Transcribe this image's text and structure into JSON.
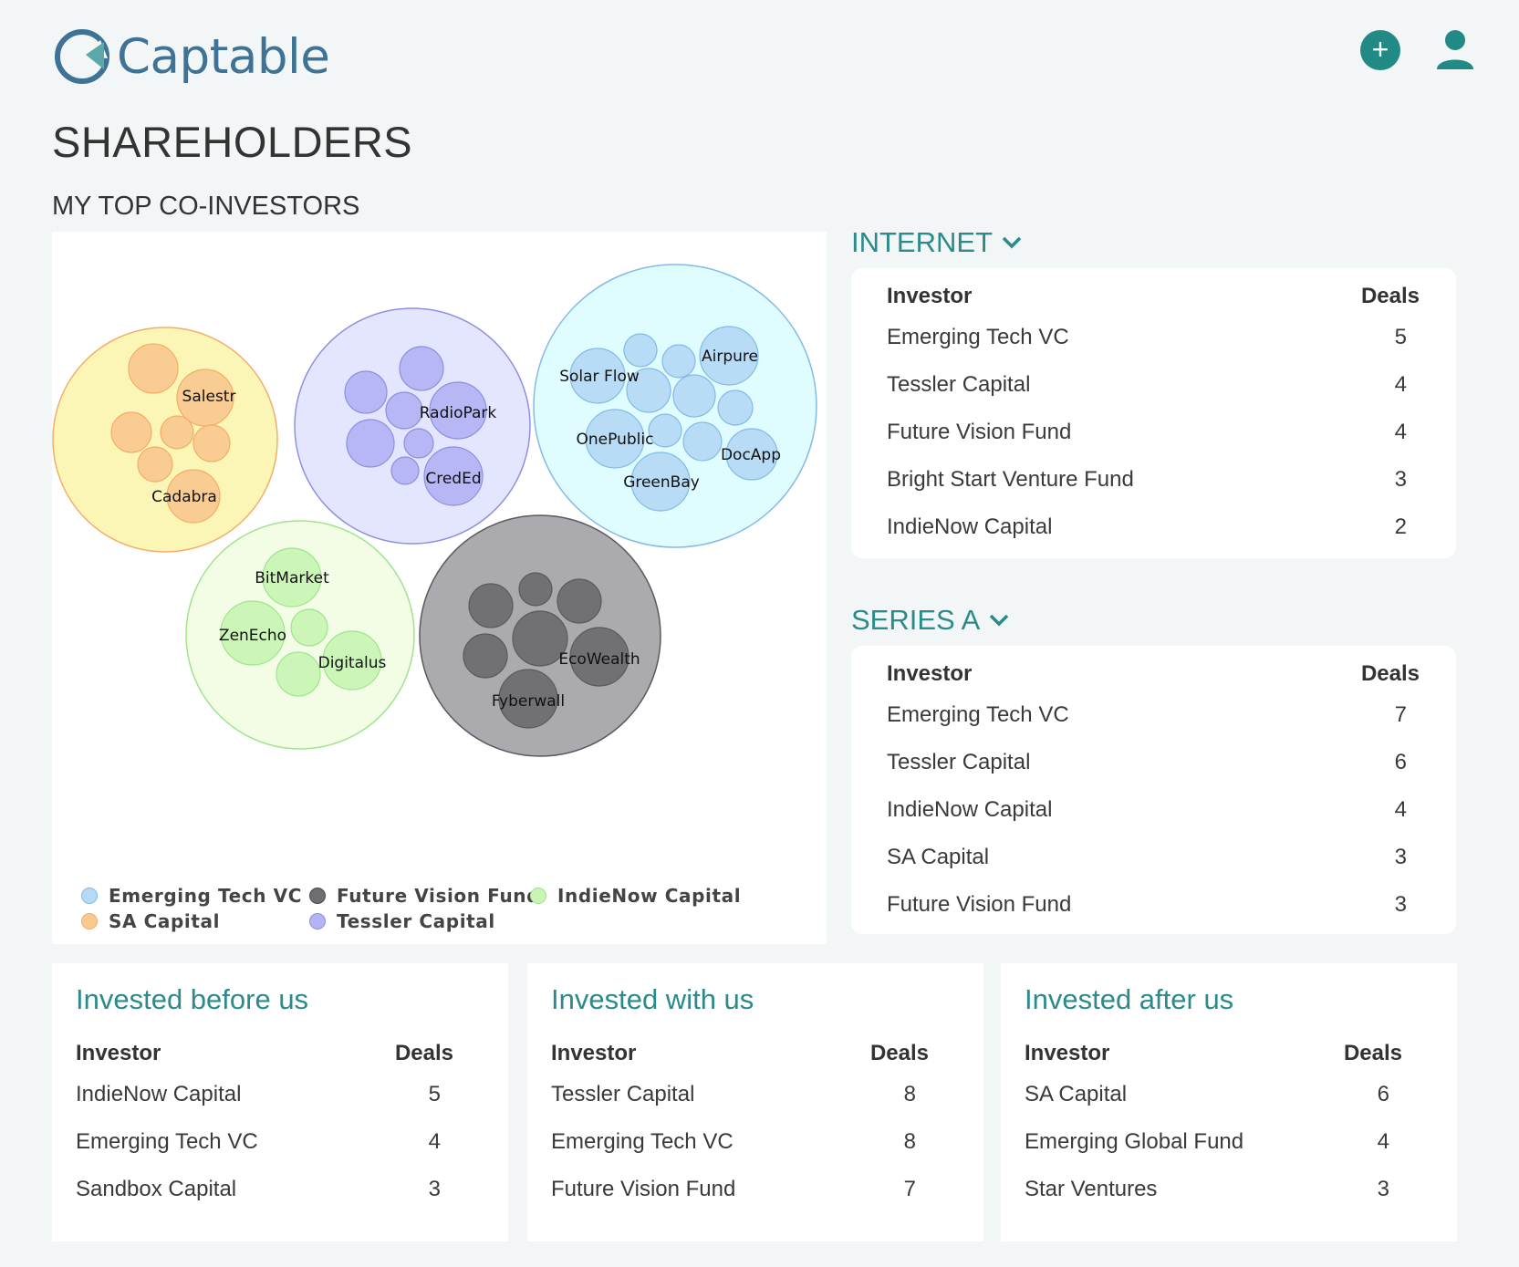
{
  "app": {
    "name": "Captable"
  },
  "page": {
    "title": "SHAREHOLDERS",
    "section_title": "MY TOP CO-INVESTORS"
  },
  "header": {
    "add_icon": "plus-icon",
    "user_icon": "user-icon",
    "accent_color": "#228a85"
  },
  "chart_data": {
    "type": "bubble-pack",
    "title": "MY TOP CO-INVESTORS",
    "groups": [
      {
        "name": "SA Capital",
        "fill": "#fbf6b6",
        "stroke": "#f3ad6a",
        "inner_fill": "#f9c992",
        "labels": [
          "Salestr",
          "Cadabra"
        ]
      },
      {
        "name": "Tessler Capital",
        "fill": "#e4e6ff",
        "stroke": "#8d8fe0",
        "inner_fill": "#b3b4f3",
        "labels": [
          "RadioPark",
          "CredEd"
        ]
      },
      {
        "name": "Emerging Tech VC",
        "fill": "#dffdfe",
        "stroke": "#84b9e8",
        "inner_fill": "#b5d9f6",
        "labels": [
          "Solar Flow",
          "Airpure",
          "OnePublic",
          "DocApp",
          "GreenBay"
        ]
      },
      {
        "name": "IndieNow Capital",
        "fill": "#f3fde6",
        "stroke": "#9ee48d",
        "inner_fill": "#c9f5b4",
        "labels": [
          "BitMarket",
          "ZenEcho",
          "Digitalus"
        ]
      },
      {
        "name": "Future Vision Fund",
        "fill": "#ababaf",
        "stroke": "#5a5a5e",
        "inner_fill": "#6e6e72",
        "labels": [
          "EcoWealth",
          "Fyberwall"
        ]
      }
    ],
    "legend": [
      {
        "name": "Emerging Tech VC",
        "color": "#b5d9f6",
        "border": "#84b9e8"
      },
      {
        "name": "Future Vision Fund",
        "color": "#6e6e72",
        "border": "#4a4a4e"
      },
      {
        "name": "IndieNow Capital",
        "color": "#c9f5b4",
        "border": "#9ee48d"
      },
      {
        "name": "SA Capital",
        "color": "#f9c992",
        "border": "#f3ad6a"
      },
      {
        "name": "Tessler Capital",
        "color": "#b3b4f3",
        "border": "#8d8fe0"
      }
    ]
  },
  "internet": {
    "heading": "INTERNET",
    "col_investor": "Investor",
    "col_deals": "Deals",
    "rows": [
      {
        "investor": "Emerging Tech VC",
        "deals": "5"
      },
      {
        "investor": "Tessler Capital",
        "deals": "4"
      },
      {
        "investor": "Future Vision Fund",
        "deals": "4"
      },
      {
        "investor": "Bright Start Venture Fund",
        "deals": "3"
      },
      {
        "investor": "IndieNow Capital",
        "deals": "2"
      }
    ]
  },
  "series_a": {
    "heading": "SERIES A",
    "col_investor": "Investor",
    "col_deals": "Deals",
    "rows": [
      {
        "investor": "Emerging Tech VC",
        "deals": "7"
      },
      {
        "investor": "Tessler Capital",
        "deals": "6"
      },
      {
        "investor": "IndieNow Capital",
        "deals": "4"
      },
      {
        "investor": "SA Capital",
        "deals": "3"
      },
      {
        "investor": "Future Vision Fund",
        "deals": "3"
      }
    ]
  },
  "before": {
    "title": "Invested before us",
    "col_investor": "Investor",
    "col_deals": "Deals",
    "rows": [
      {
        "investor": "IndieNow Capital",
        "deals": "5"
      },
      {
        "investor": "Emerging Tech VC",
        "deals": "4"
      },
      {
        "investor": "Sandbox Capital",
        "deals": "3"
      }
    ]
  },
  "with": {
    "title": "Invested with us",
    "col_investor": "Investor",
    "col_deals": "Deals",
    "rows": [
      {
        "investor": "Tessler Capital",
        "deals": "8"
      },
      {
        "investor": "Emerging Tech VC",
        "deals": "8"
      },
      {
        "investor": "Future Vision Fund",
        "deals": "7"
      }
    ]
  },
  "after": {
    "title": "Invested after us",
    "col_investor": "Investor",
    "col_deals": "Deals",
    "rows": [
      {
        "investor": "SA Capital",
        "deals": "6"
      },
      {
        "investor": "Emerging Global Fund",
        "deals": "4"
      },
      {
        "investor": "Star Ventures",
        "deals": "3"
      }
    ]
  }
}
